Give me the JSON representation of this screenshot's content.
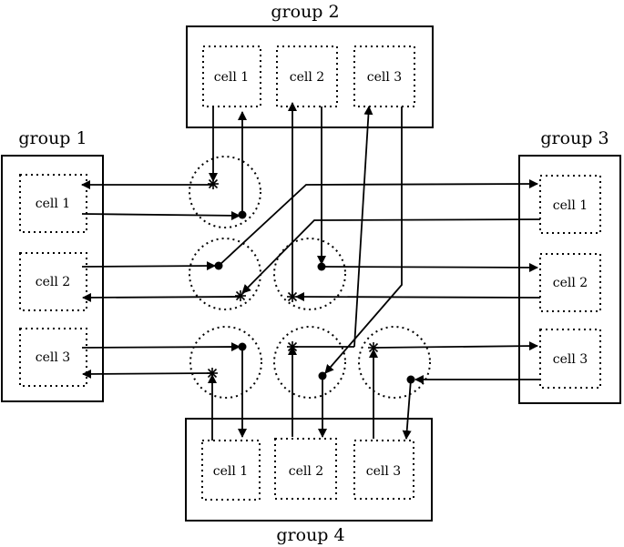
{
  "diagram": {
    "groups": [
      {
        "label": "group 1",
        "cells": [
          "cell 1",
          "cell 2",
          "cell 3"
        ]
      },
      {
        "label": "group 2",
        "cells": [
          "cell 1",
          "cell 2",
          "cell 3"
        ]
      },
      {
        "label": "group 3",
        "cells": [
          "cell 1",
          "cell 2",
          "cell 3"
        ]
      },
      {
        "label": "group 4",
        "cells": [
          "cell 1",
          "cell 2",
          "cell 3"
        ]
      }
    ]
  }
}
